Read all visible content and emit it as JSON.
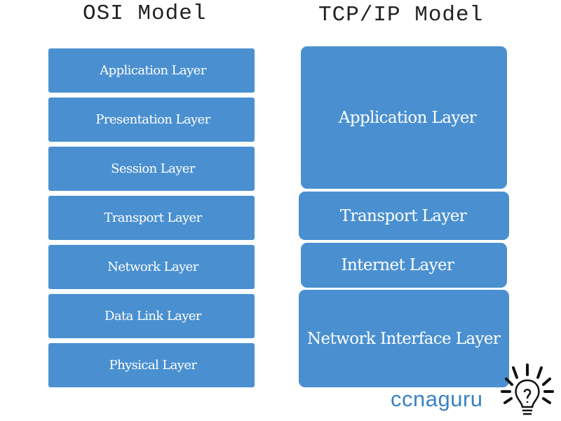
{
  "titles": {
    "osi": "OSI Model",
    "tcpip": "TCP/IP Model"
  },
  "osi_layers": [
    "Application Layer",
    "Presentation Layer",
    "Session Layer",
    "Transport Layer",
    "Network Layer",
    "Data Link Layer",
    "Physical Layer"
  ],
  "tcpip_layers": [
    "Application Layer",
    "Transport Layer",
    "Internet Layer",
    "Network Interface Layer"
  ],
  "logo": {
    "text": "ccnaguru",
    "icon": "lightbulb-icon"
  },
  "colors": {
    "layer_fill": "#4a90d0",
    "logo_text": "#3a82c4",
    "title_text": "#222222",
    "background": "#ffffff"
  }
}
